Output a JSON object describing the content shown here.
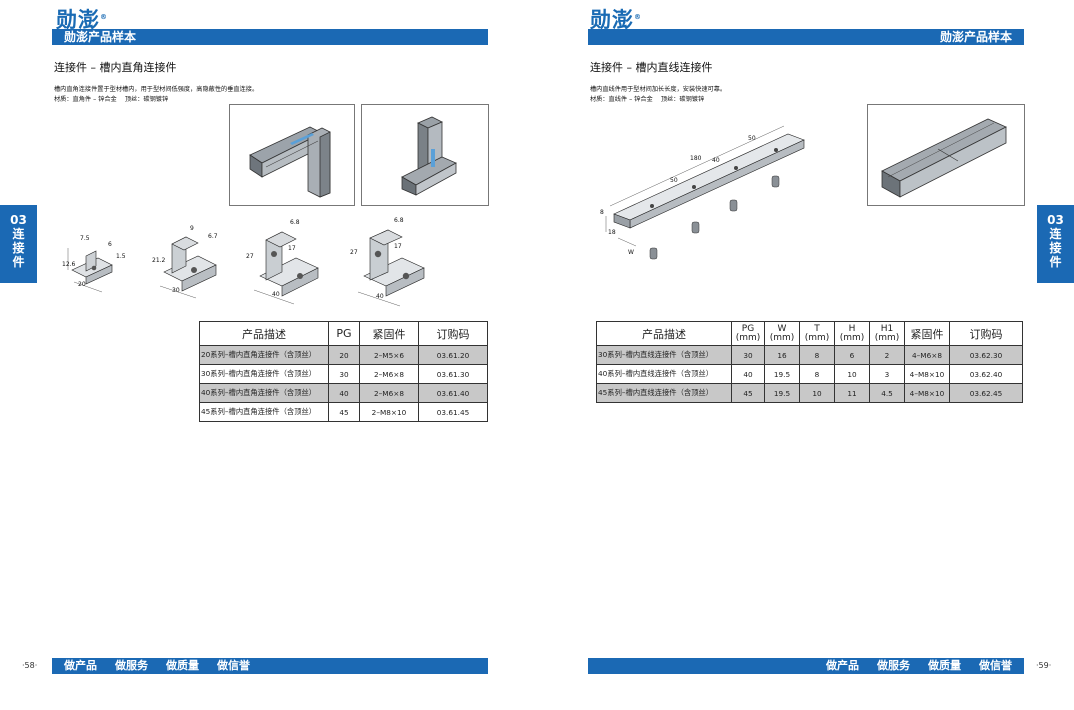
{
  "brand": {
    "name": "勋澎",
    "mark": "®",
    "color": "#1b69b4"
  },
  "left": {
    "header_label": "勋澎产品样本",
    "section_title": "连接件 – 槽内直角连接件",
    "desc_line1": "槽内直角连接件置于型材槽内，用于型材间低强度，高隐蔽性的垂直连接。",
    "desc_line2": "材质：直角件 – 锌合金　 顶丝：碳钢镀锌",
    "dims": {
      "d1": [
        "20",
        "7.5",
        "6",
        "1.5",
        "12.6"
      ],
      "d2": [
        "30",
        "9",
        "6.7",
        "21.2"
      ],
      "d3": [
        "40",
        "27",
        "17",
        "6.8"
      ],
      "d4": [
        "40",
        "27",
        "17",
        "6.8"
      ]
    },
    "table": {
      "headers": [
        "产品描述",
        "PG",
        "紧固件",
        "订购码"
      ],
      "rows": [
        [
          "20系列–槽内直角连接件（含顶丝）",
          "20",
          "2–M5×6",
          "03.61.20"
        ],
        [
          "30系列–槽内直角连接件（含顶丝）",
          "30",
          "2–M6×8",
          "03.61.30"
        ],
        [
          "40系列–槽内直角连接件（含顶丝）",
          "40",
          "2–M6×8",
          "03.61.40"
        ],
        [
          "45系列–槽内直角连接件（含顶丝）",
          "45",
          "2–M8×10",
          "03.61.45"
        ]
      ]
    },
    "footer": [
      "做产品",
      "做服务",
      "做质量",
      "做信誉"
    ],
    "page_no": "·58·",
    "side_tab": {
      "num": "03",
      "chars": [
        "连",
        "接",
        "件"
      ]
    }
  },
  "right": {
    "header_label": "勋澎产品样本",
    "section_title": "连接件 – 槽内直线连接件",
    "desc_line1": "槽内直线件用于型材间加长长度，安装快速可靠。",
    "desc_line2": "材质：直线件 – 锌合金　 顶丝：碳钢镀锌",
    "dims": [
      "180",
      "50",
      "40",
      "50",
      "8",
      "18",
      "W"
    ],
    "table": {
      "headers": [
        "产品描述",
        "PG\n(mm)",
        "W\n(mm)",
        "T\n(mm)",
        "H\n(mm)",
        "H1\n(mm)",
        "紧固件",
        "订购码"
      ],
      "header_parts": [
        [
          "产品描述",
          ""
        ],
        [
          "PG",
          "(mm)"
        ],
        [
          "W",
          "(mm)"
        ],
        [
          "T",
          "(mm)"
        ],
        [
          "H",
          "(mm)"
        ],
        [
          "H1",
          "(mm)"
        ],
        [
          "紧固件",
          ""
        ],
        [
          "订购码",
          ""
        ]
      ],
      "rows": [
        [
          "30系列–槽内直线连接件（含顶丝）",
          "30",
          "16",
          "8",
          "6",
          "2",
          "4–M6×8",
          "03.62.30"
        ],
        [
          "40系列–槽内直线连接件（含顶丝）",
          "40",
          "19.5",
          "8",
          "10",
          "3",
          "4–M8×10",
          "03.62.40"
        ],
        [
          "45系列–槽内直线连接件（含顶丝）",
          "45",
          "19.5",
          "10",
          "11",
          "4.5",
          "4–M8×10",
          "03.62.45"
        ]
      ]
    },
    "footer": [
      "做产品",
      "做服务",
      "做质量",
      "做信誉"
    ],
    "page_no": "·59·",
    "side_tab": {
      "num": "03",
      "chars": [
        "连",
        "接",
        "件"
      ]
    }
  }
}
